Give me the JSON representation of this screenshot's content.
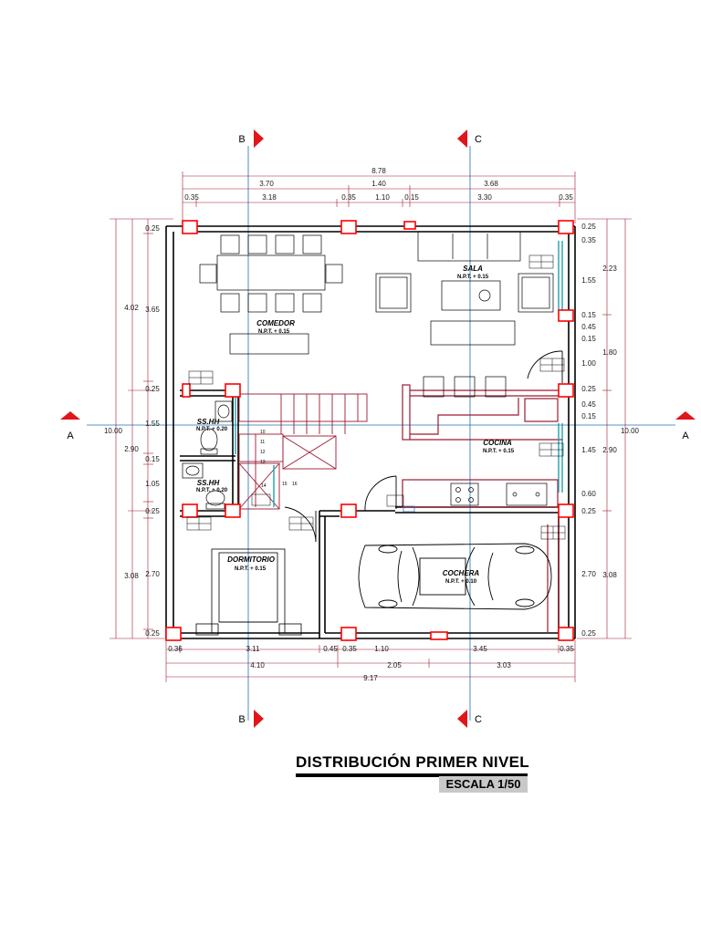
{
  "title": "DISTRIBUCIÓN PRIMER NIVEL",
  "scale": "ESCALA 1/50",
  "axes": {
    "b": "B",
    "c": "C",
    "a": "A"
  },
  "rooms": {
    "sala": {
      "name": "SALA",
      "level": "N.P.T. + 0.15"
    },
    "comedor": {
      "name": "COMEDOR",
      "level": "N.P.T. + 0.15"
    },
    "cocina": {
      "name": "COCINA",
      "level": "N.P.T. + 0.15"
    },
    "sshh1": {
      "name": "SS.HH",
      "level": "N.P.T. + 0.20"
    },
    "sshh2": {
      "name": "SS.HH",
      "level": "N.P.T. + 0.20"
    },
    "dormitorio": {
      "name": "DORMITORIO",
      "level": "N.P.T. + 0.15"
    },
    "cochera": {
      "name": "COCHERA",
      "level": "N.P.T. + 0.10"
    }
  },
  "dims": {
    "top_total": "8.78",
    "top_mid": [
      "3.70",
      "1.40",
      "3.68"
    ],
    "top_parts": [
      "0.35",
      "3.18",
      "0.35",
      "1.10",
      "0.15",
      "3.30",
      "0.35"
    ],
    "bottom_parts": [
      "0.36",
      "3.11",
      "0.45",
      "0.35",
      "1.10",
      "3.45",
      "0.35"
    ],
    "bottom_mid": [
      "4.10",
      "2.05",
      "3.03"
    ],
    "bottom_total": "9.17",
    "left_total": "10.00",
    "left_mid": [
      "4.02",
      "2.90",
      "3.08"
    ],
    "left_parts": [
      "0.25",
      "3.65",
      "0.25",
      "1.55",
      "0.15",
      "1.05",
      "0.25",
      "2.70",
      "0.25"
    ],
    "right_total": "10.00",
    "right_mid": [
      "2.23",
      "1.80",
      "2.90",
      "3.08"
    ],
    "right_parts": [
      "0.25",
      "0.35",
      "1.55",
      "0.15",
      "0.45",
      "0.15",
      "1.00",
      "0.25",
      "0.45",
      "0.15",
      "1.45",
      "0.60",
      "0.25",
      "2.70",
      "0.25"
    ]
  },
  "stairs": [
    "10",
    "11",
    "12",
    "13",
    "14",
    "15",
    "16"
  ],
  "colors": {
    "wall": "#9b1b30",
    "column": "#ff0000",
    "axis": "#1f6fb5",
    "axis_marker": "#e0161b",
    "dim": "#9b1b30"
  }
}
